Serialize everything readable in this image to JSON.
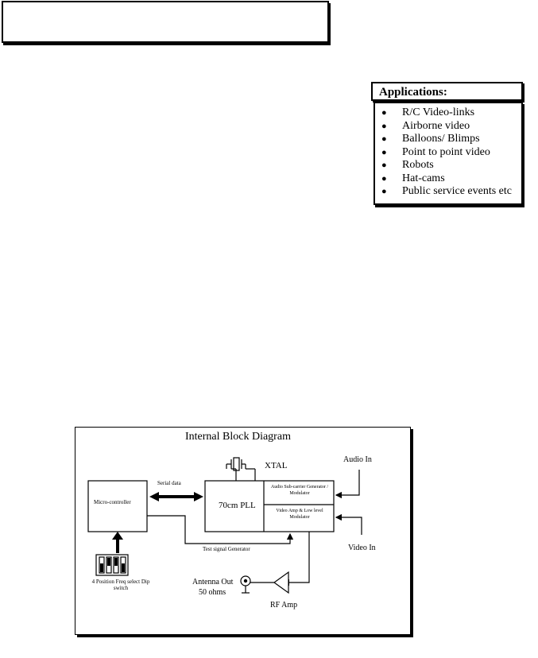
{
  "applications": {
    "title": "Applications:",
    "items": [
      "R/C Video-links",
      "Airborne video",
      "Balloons/ Blimps",
      "Point to point video",
      "Robots",
      "Hat-cams",
      "Public service events etc"
    ]
  },
  "diagram": {
    "title": "Internal Block Diagram",
    "xtal": "XTAL",
    "audio_in": "Audio In",
    "video_in": "Video In",
    "serial_data": "Serial data",
    "microcontroller": "Micro-controller",
    "pll": "70cm PLL",
    "audio_mod": "Audio Sub-carrier Generator / Modulator",
    "video_mod": "Video Amp & Low level Modulator",
    "test_signal": "Test signal Generator",
    "dip_switch": "4 Position Freq select Dip switch",
    "antenna_out": "Antenna Out",
    "antenna_ohms": "50 ohms",
    "rf_amp": "RF Amp"
  }
}
